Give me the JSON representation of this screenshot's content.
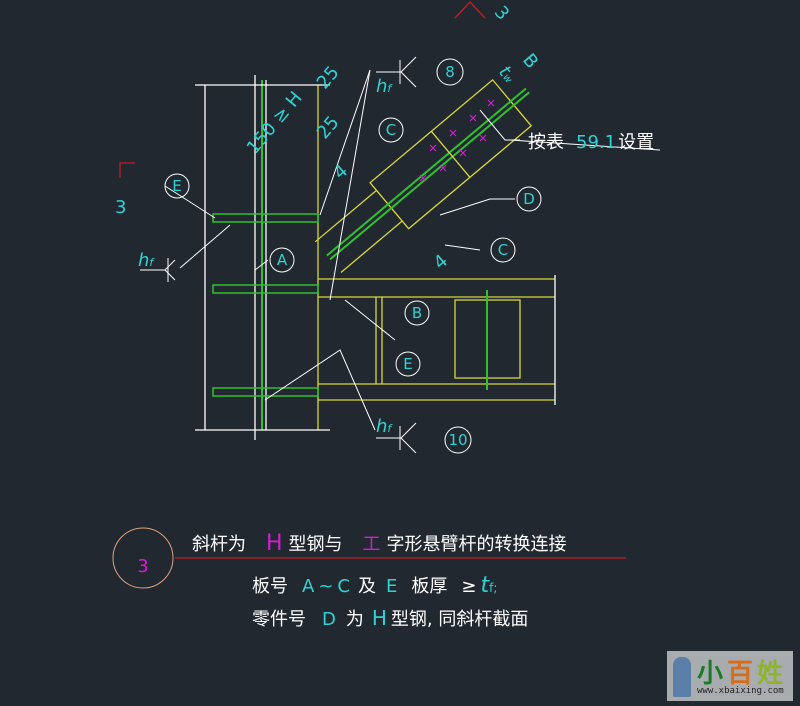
{
  "drawing": {
    "section_marks": [
      "3",
      "3"
    ],
    "tags": {
      "A": "A",
      "B": "B",
      "C": "C",
      "D": "D",
      "E": "E",
      "weld8": "8",
      "weld10": "10"
    },
    "weld_symbol": "h",
    "weld_sub": "f",
    "weld_size": "4",
    "dims": {
      "h_limit": "150 ≥ H",
      "d25a": "25",
      "d25b": "25",
      "B": "B",
      "tw": "t",
      "tw_sub": "w"
    },
    "bolt_note": {
      "prefix": "按表",
      "value": "59.1",
      "suffix": "设置"
    }
  },
  "title": {
    "number": "3",
    "part1": "斜杆为",
    "H": "H",
    "part2": "型钢与",
    "I": "工",
    "part3": "字形悬臂杆的转换连接"
  },
  "notes": {
    "line1": {
      "a": "板号",
      "A": "A",
      "tilde": "~",
      "C": "C",
      "and": "及",
      "E": "E",
      "b": "板厚",
      "ge": "≥",
      "tf": "t",
      "tf_sub": "f;"
    },
    "line2": {
      "a": "零件号",
      "D": "D",
      "b": "为",
      "H": "H",
      "c": "型钢, 同斜杆截面"
    }
  },
  "watermark": {
    "brand": "小百姓",
    "url": "www.xbaixing.com"
  },
  "colors": {
    "bg": "#212830",
    "cyan": "#2fd3d3",
    "yellow": "#d8d83a",
    "green": "#30c030",
    "magenta": "#d020d0",
    "red": "#c02020"
  }
}
